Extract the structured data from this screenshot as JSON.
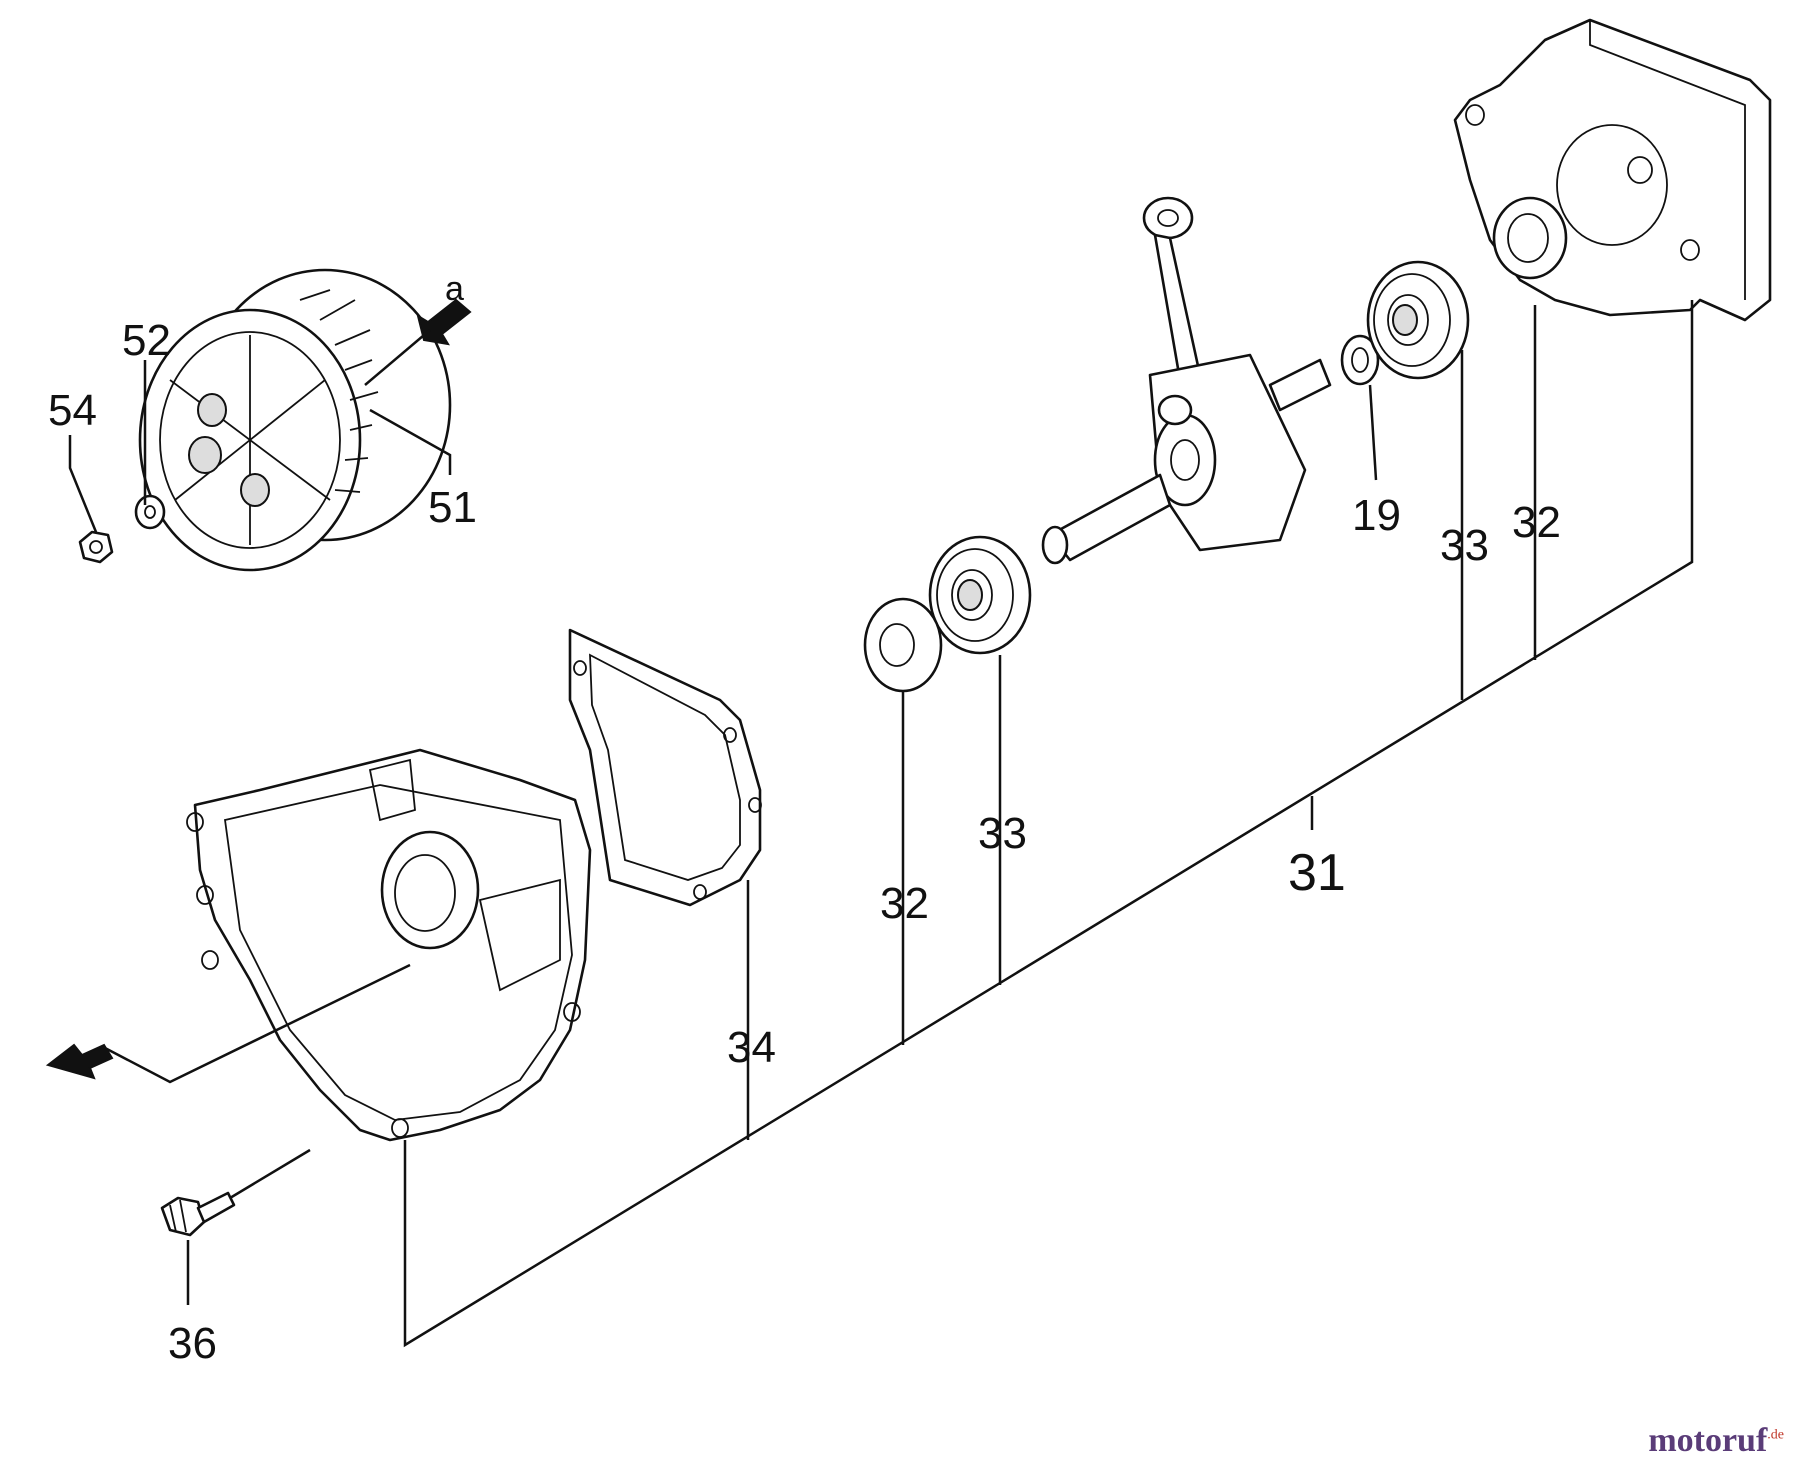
{
  "callouts": {
    "c54": "54",
    "c52": "52",
    "c51": "51",
    "ca": "a",
    "c19": "19",
    "c33_top": "33",
    "c32_top": "32",
    "c32_mid": "32",
    "c33_mid": "33",
    "c31": "31",
    "c34": "34",
    "c36": "36"
  },
  "watermark": {
    "brand": "motoruf",
    "suffix": ".de"
  },
  "icons": {
    "arrow_top": "arrow-left-down-icon",
    "arrow_bottom": "arrow-left-icon"
  }
}
